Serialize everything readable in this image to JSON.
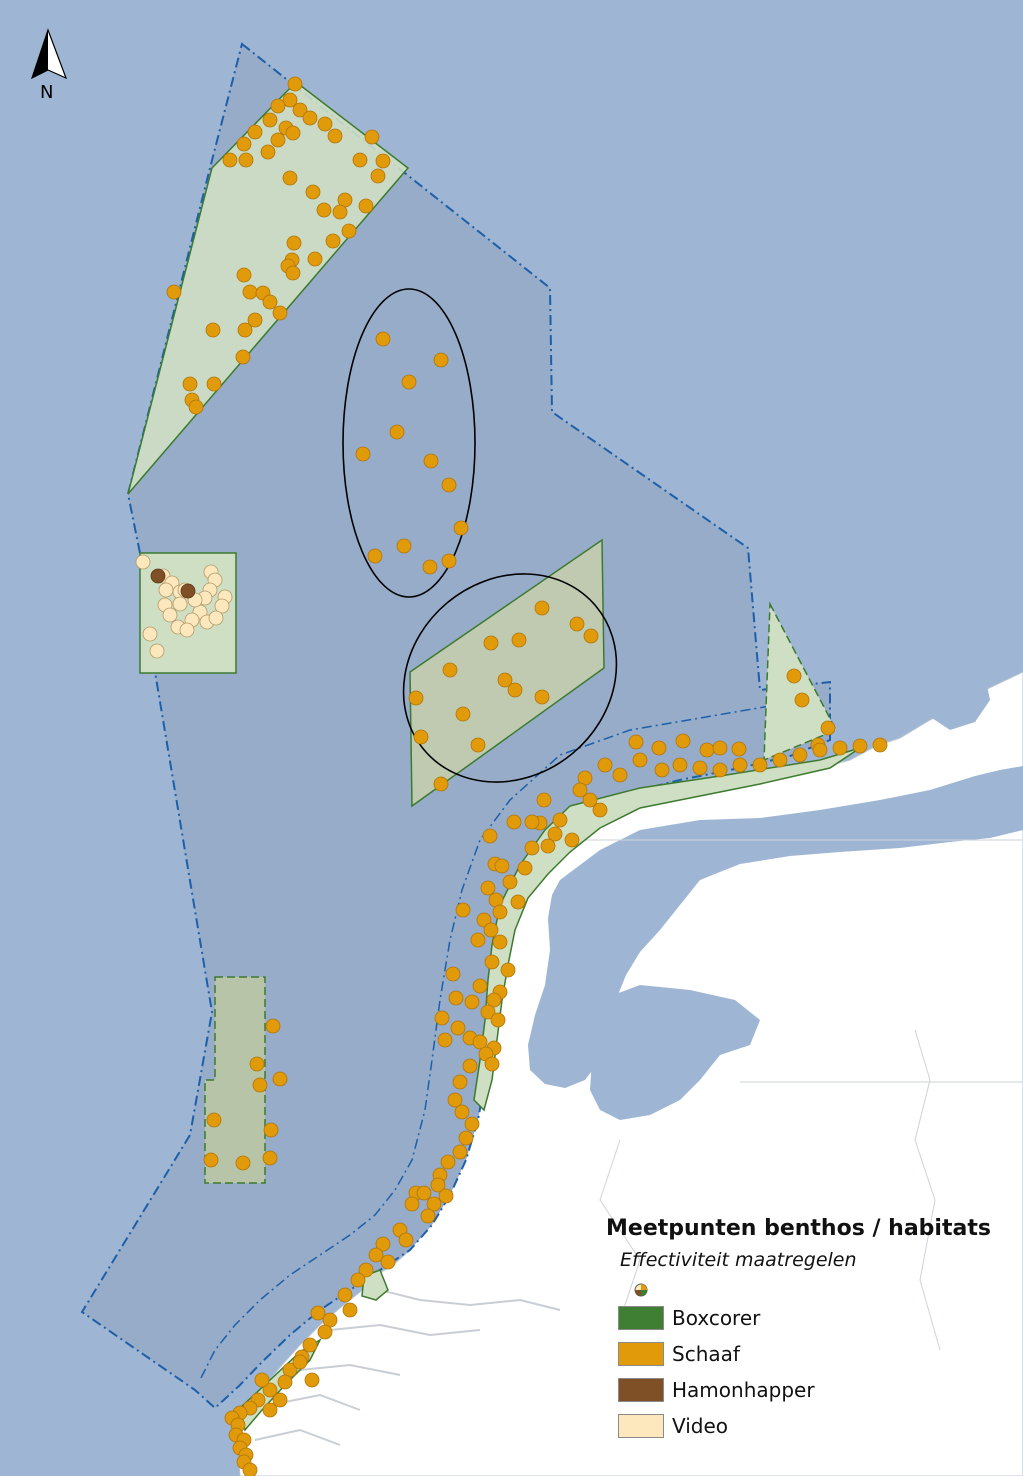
{
  "legend": {
    "title": "Meetpunten benthos / habitats",
    "subtitle": "Effectiviteit maatregelen",
    "items": [
      {
        "label": "Boxcorer",
        "color": "#3f7f33"
      },
      {
        "label": "Schaaf",
        "color": "#e09a0a"
      },
      {
        "label": "Hamonhapper",
        "color": "#7f5026"
      },
      {
        "label": "Video",
        "color": "#fde8bd"
      }
    ]
  },
  "north_arrow": {
    "label": "N"
  },
  "colors": {
    "sea": "#9eb6d3",
    "land": "#ffffff",
    "study_area": "#97acc9",
    "zone_fill": "#cfdfc4",
    "zone_stroke": "#3c7a2e",
    "boundary": "#1d5fa8",
    "schaaf": "#e09a0a",
    "video": "#fde8bd",
    "hamonhapper": "#7f5026"
  }
}
